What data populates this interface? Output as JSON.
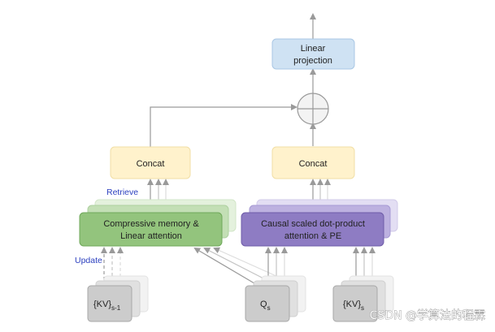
{
  "linear": {
    "line1": "Linear",
    "line2": "projection"
  },
  "concat_left": "Concat",
  "concat_right": "Concat",
  "retrieve": "Retrieve",
  "update": "Update",
  "memory_block": {
    "line1": "Compressive memory &",
    "line2": "Linear attention"
  },
  "attention_block": {
    "line1": "Causal scaled dot-product",
    "line2": "attention & PE"
  },
  "kv_prev": {
    "main": "{KV}",
    "sub": "s-1"
  },
  "q": {
    "main": "Q",
    "sub": "s"
  },
  "kv_cur": {
    "main": "{KV}",
    "sub": "s"
  },
  "watermark": "CSDN @学算法的程霖",
  "colors": {
    "linear_fill": "#cfe2f3",
    "concat_fill": "#fff2cc",
    "memory_fill": "#93c47d",
    "attention_fill": "#8e7cc3",
    "input_fill": "#cccccc",
    "label_blue": "#2b3fbf"
  }
}
